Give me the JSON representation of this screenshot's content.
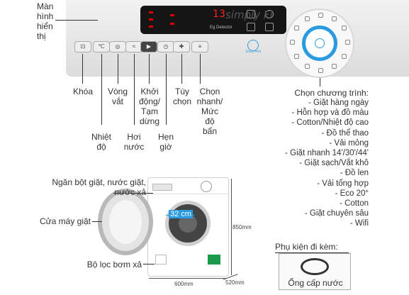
{
  "panel": {
    "brand": "simply Fi",
    "display_digits": "13",
    "button_small_text": "Eg Detector",
    "smart_label": "Easy Ami"
  },
  "labels": {
    "display": "Màn\nhình\nhiển\nthị",
    "lock": "Khóa",
    "spin": "Vòng\nvắt",
    "start": "Khởi\nđộng/\nTạm\ndừng",
    "option": "Tùy\nchọn",
    "quick": "Chọn\nnhanh/\nMức\nđộ\nbẩn",
    "temp": "Nhiệt\nđộ",
    "steam": "Hơi\nnước",
    "timer": "Hẹn\ngiờ"
  },
  "programs": {
    "title": "Chọn chương trình:",
    "items": [
      "- Giặt hàng ngày",
      "- Hỗn hợp và đồ màu",
      "- Cotton/Nhiệt độ cao",
      "- Đồ thể thao",
      "- Vải mỏng",
      "- Giặt nhanh 14'/30'/44'",
      "- Giặt sạch/Vắt khô",
      "- Đồ len",
      "- Vải tổng hợp",
      "- Eco 20°",
      "- Cotton",
      "- Giặt chuyên sâu",
      "- Wifi"
    ]
  },
  "machine": {
    "detergent_drawer": "Ngăn bột giặt, nước giặt,\nnước xả",
    "door": "Cửa máy giặt",
    "filter": "Bộ lọc bơm xả",
    "drum": "32 cm",
    "height": "850mm",
    "width": "600mm",
    "depth": "520mm"
  },
  "accessory": {
    "title": "Phụ kiện đi kèm:",
    "item": "Ống cấp nước"
  }
}
